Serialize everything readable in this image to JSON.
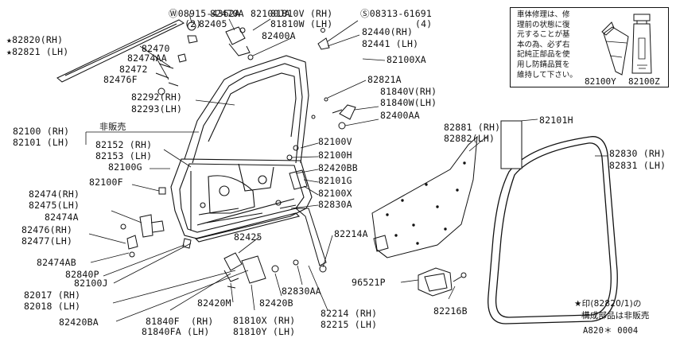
{
  "labels": {
    "w_part": "Ⓦ08915-4362A",
    "w_qty": "(2)",
    "p82470A": "82470A",
    "p82100JA": "82100JA",
    "p82405": "82405",
    "p81810V": "81810V (RH)",
    "p81810W": "81810W (LH)",
    "s_part": "Ⓢ08313-61691",
    "s_qty": "(4)",
    "p82820": "★82820(RH)",
    "p82821": "★82821 (LH)",
    "p82400A": "82400A",
    "p82440": "82440(RH)",
    "p82441": "82441 (LH)",
    "p82470": "82470",
    "p82474AA": "82474AA",
    "p82472": "82472",
    "p82476F": "82476F",
    "p82100XA": "82100XA",
    "p82821A": "82821A",
    "p82292": "82292(RH)",
    "p82293": "82293(LH)",
    "p81840V": "81840V(RH)",
    "p81840W": "81840W(LH)",
    "p82400AA": "82400AA",
    "p82100": "82100 (RH)",
    "p82101": "82101 (LH)",
    "not_for_sale": "非販売",
    "p82152": "82152 (RH)",
    "p82153": "82153 (LH)",
    "p82100V": "82100V",
    "p82100H": "82100H",
    "p82100G": "82100G",
    "p82420BB": "82420BB",
    "p82101G": "82101G",
    "p82100F": "82100F",
    "p82100X": "82100X",
    "p82830A": "82830A",
    "p82474RH": "82474(RH)",
    "p82475LH": "82475(LH)",
    "p82474A": "82474A",
    "p82476RH": "82476(RH)",
    "p82477LH": "82477(LH)",
    "p82425": "82425",
    "p82214A": "82214A",
    "p82474AB": "82474AB",
    "p82840P": "82840P",
    "p82100J": "82100J",
    "p82017": "82017 (RH)",
    "p82018": "82018 (LH)",
    "p82420M": "82420M",
    "p82420B": "82420B",
    "p82830AA": "82830AA",
    "p96521P": "96521P",
    "p82420BA": "82420BA",
    "p81840F": "81840F  (RH)",
    "p81840FA": "81840FA (LH)",
    "p81810X": "81810X (RH)",
    "p81810Y": "81810Y (LH)",
    "p82214": "82214 (RH)",
    "p82215": "82215 (LH)",
    "p82216B": "82216B",
    "p82881": "82881 (RH)",
    "p82882": "82882(LH)",
    "p82101H": "82101H",
    "p82830": "82830 (RH)",
    "p82831": "82831 (LH)",
    "footnote_1": "★印(82820/1)の",
    "footnote_2": "構成部品は非販売",
    "drawing_code": "A820＊ 0004"
  },
  "note_box": {
    "text": "車体修理は、修\n理前の状態に復\n元することが基\n本の為、必ず右\n記純正部品を使\n用し防錆品質を\n維持して下さい。",
    "code_left": "82100Y",
    "code_right": "82100Z"
  }
}
